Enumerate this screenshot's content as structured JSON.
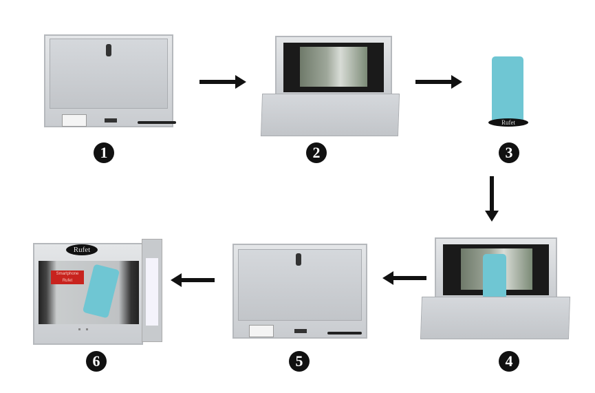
{
  "steps": [
    {
      "number": "1",
      "state": "closed-locked"
    },
    {
      "number": "2",
      "state": "opened"
    },
    {
      "number": "3",
      "state": "phone-on-stand"
    },
    {
      "number": "4",
      "state": "phone-placed"
    },
    {
      "number": "5",
      "state": "closed-locked"
    },
    {
      "number": "6",
      "state": "display-on"
    }
  ],
  "logo_text": "Rufet",
  "display_sign_text": "Smartphone Rufet",
  "arrows": [
    "right",
    "right",
    "down",
    "left",
    "left"
  ],
  "colors": {
    "cabinet": "#d2d5d9",
    "phone": "#6fc6d3",
    "sign": "#c8231e",
    "number_badge": "#111111"
  }
}
